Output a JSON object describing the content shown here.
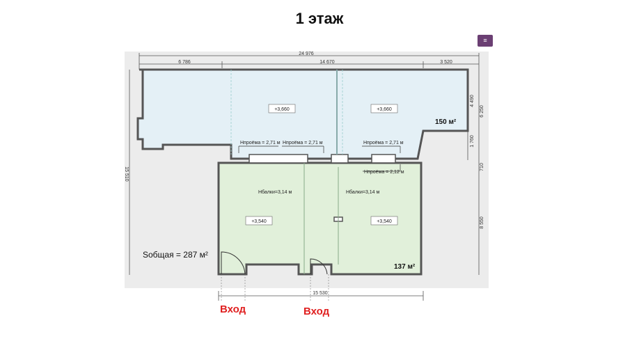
{
  "title": "1 этаж",
  "menu_icon": "menu-icon",
  "dimensions": {
    "total_width": "24 976",
    "left_width": "6 786",
    "middle_width": "14 670",
    "right_width": "3 520",
    "bottom_width": "15 530",
    "left_height": "15 510",
    "right_top": "4 490",
    "right_total_upper": "6 250",
    "right_mid": "1 760",
    "right_gap": "710",
    "right_lower": "8 550"
  },
  "levels": {
    "upper_left": "+3,660",
    "upper_right": "+3,660",
    "lower_left": "+3,540",
    "lower_right": "+3,540"
  },
  "heights": {
    "opening_1": "Hпроёма = 2,71 м",
    "opening_2": "Hпроёма = 2,71 м",
    "opening_3": "Hпроёма = 2,71 м",
    "opening_4": "Hпроёма = 2,12 м",
    "beam_left": "Hбалки=3,14 м",
    "beam_right": "Hбалки=3,14 м"
  },
  "areas": {
    "upper": "150 м²",
    "lower": "137 м²",
    "total": "Sобщая = 287 м²"
  },
  "entrances": [
    "Вход",
    "Вход"
  ]
}
